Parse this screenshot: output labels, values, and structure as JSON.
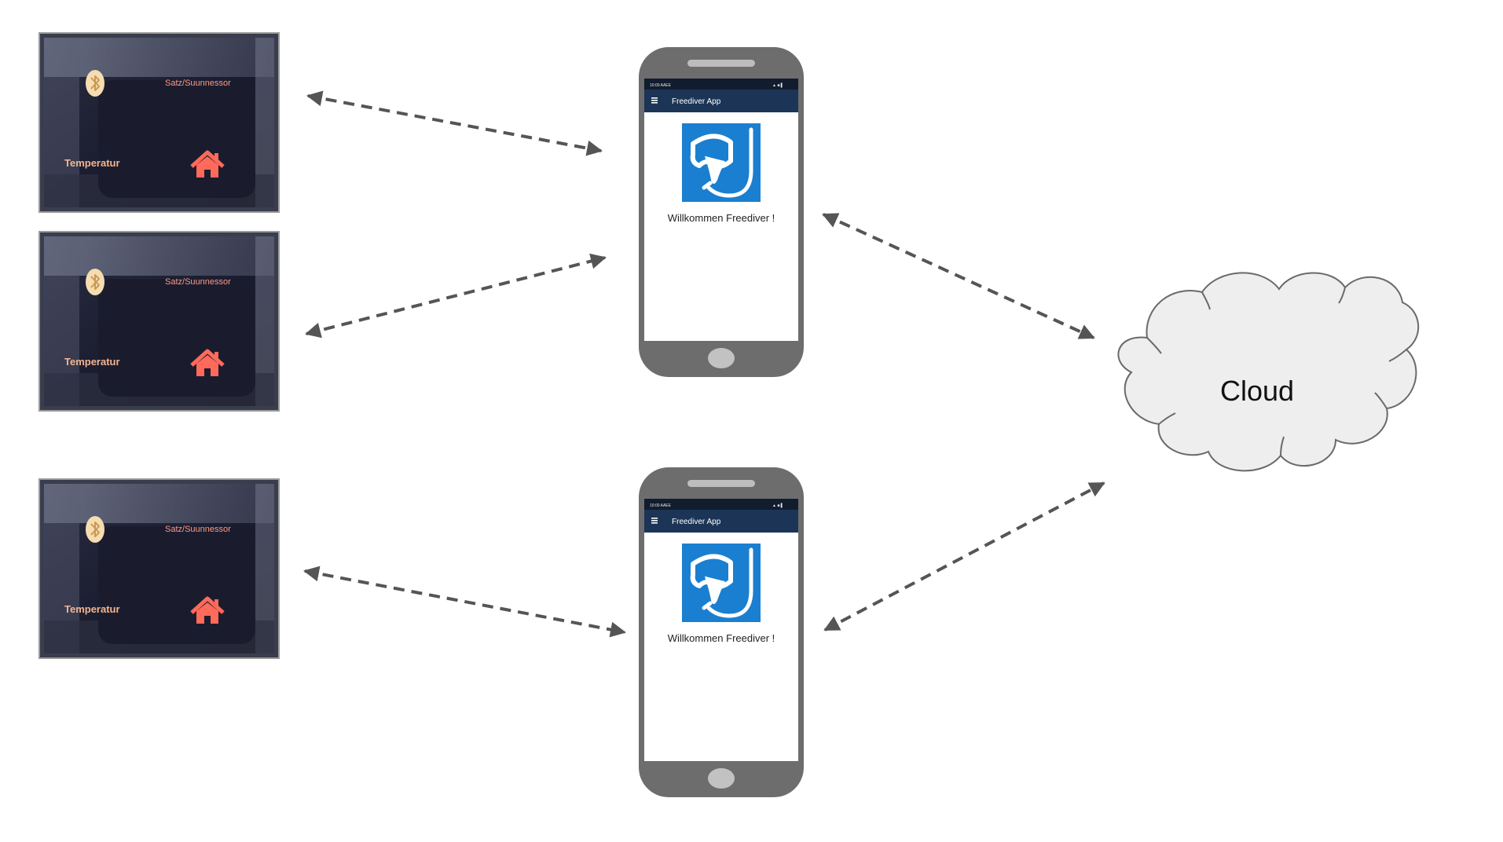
{
  "devices": [
    {
      "bluetooth_icon": "bluetooth-icon",
      "top_label": "Satz/Suunnessor",
      "bottom_label": "Temperatur",
      "home_icon": "home-icon"
    },
    {
      "bluetooth_icon": "bluetooth-icon",
      "top_label": "Satz/Suunnessor",
      "bottom_label": "Temperatur",
      "home_icon": "home-icon"
    },
    {
      "bluetooth_icon": "bluetooth-icon",
      "top_label": "Satz/Suunnessor",
      "bottom_label": "Temperatur",
      "home_icon": "home-icon"
    }
  ],
  "phones": [
    {
      "status_time": "10:00 AAEE",
      "status_right": "▲ ■ ▌",
      "app_title": "Freediver App",
      "menu_icon": "menu-icon",
      "logo_icon": "diving-mask-snorkel-icon",
      "welcome": "Willkommen Freediver !"
    },
    {
      "status_time": "10:00 AAEE",
      "status_right": "▲ ■ ▌",
      "app_title": "Freediver App",
      "menu_icon": "menu-icon",
      "logo_icon": "diving-mask-snorkel-icon",
      "welcome": "Willkommen Freediver !"
    }
  ],
  "cloud": {
    "label": "Cloud"
  },
  "colors": {
    "arrow": "#555555",
    "phone_body": "#6d6d6d",
    "app_bar": "#1c3557",
    "logo_bg": "#1a7fd0",
    "device_screen": "#1c1f33",
    "cloud_fill": "#eeeeee"
  }
}
